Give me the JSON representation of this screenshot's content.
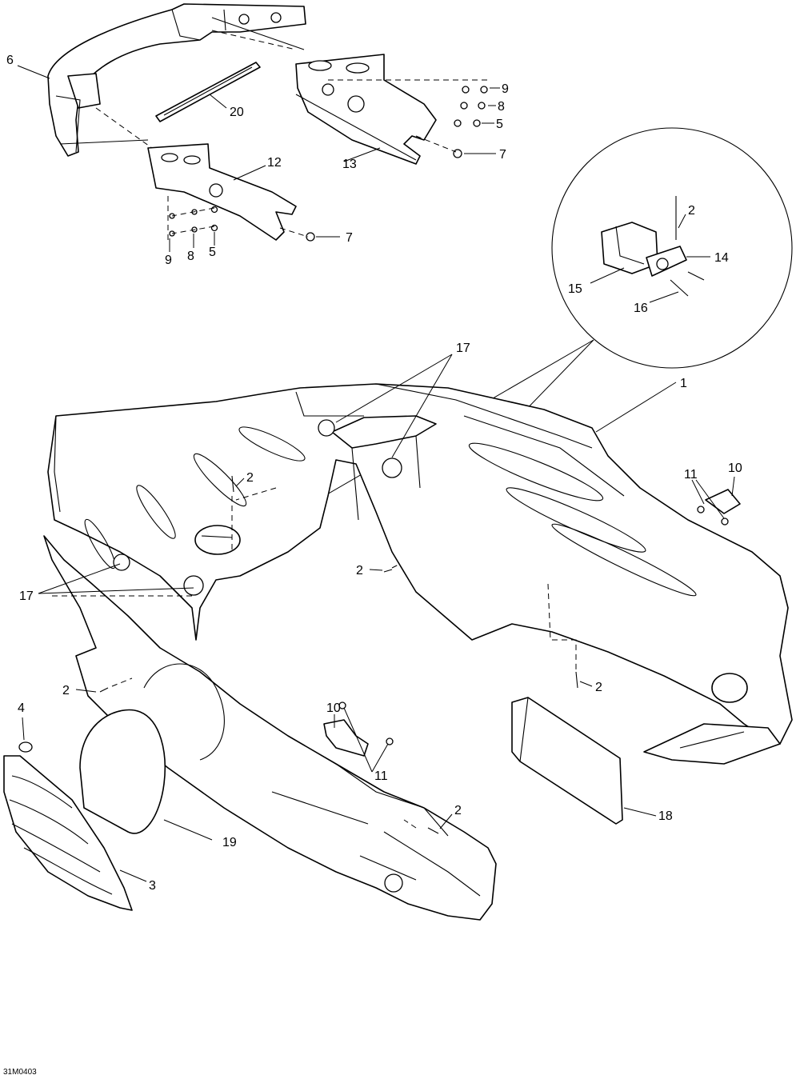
{
  "drawing_code": "31M0403",
  "callouts": {
    "c1": "1",
    "c2": "2",
    "c3": "3",
    "c4": "4",
    "c5": "5",
    "c6": "6",
    "c7": "7",
    "c8": "8",
    "c9": "9",
    "c10": "10",
    "c11": "11",
    "c12": "12",
    "c13": "13",
    "c14": "14",
    "c15": "15",
    "c16": "16",
    "c17": "17",
    "c18": "18",
    "c19": "19",
    "c20": "20"
  }
}
